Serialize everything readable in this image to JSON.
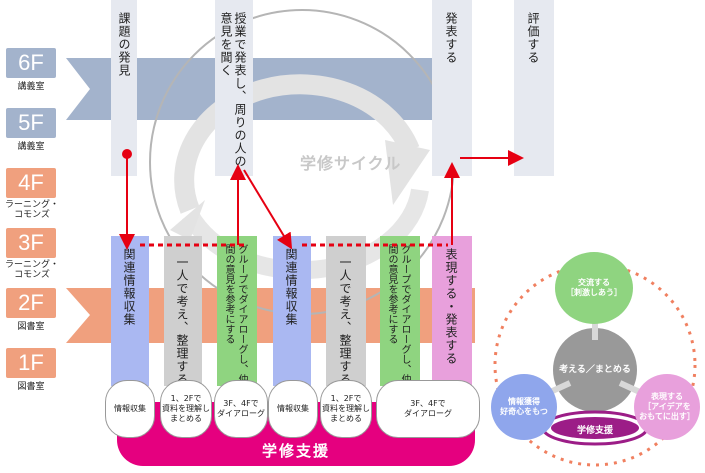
{
  "floors": [
    {
      "label": "6F",
      "room": "講義室",
      "color": "#a3b3cc"
    },
    {
      "label": "5F",
      "room": "講義室",
      "color": "#a3b3cc"
    },
    {
      "label": "4F",
      "room": "ラーニング・\nコモンズ",
      "color": "#f0a07e"
    },
    {
      "label": "3F",
      "room": "ラーニング・\nコモンズ",
      "color": "#f0a07e"
    },
    {
      "label": "2F",
      "room": "図書室",
      "color": "#f0a07e"
    },
    {
      "label": "1F",
      "room": "図書室",
      "color": "#f0a07e"
    }
  ],
  "top_steps": {
    "discover": "課題の発見",
    "lecture": "授業で発表し、周りの人の意見を聞く",
    "present": "発表する",
    "evaluate": "評価する"
  },
  "cycle_label": "学修サイクル",
  "lower_steps": {
    "collect1": "関連情報収集",
    "think1": "一人で考え、整理する",
    "group1": "グループでダイアローグし、仲間の意見を参考にする",
    "collect2": "関連情報収集",
    "think2": "一人で考え、整理する",
    "group2": "グループでダイアローグし、仲間の意見を参考にする",
    "express": "表現する・発表する"
  },
  "ovals": {
    "info1": "情報収集",
    "floor12a": "1、2Fで\n資料を理解し\nまとめる",
    "floor34a": "3F、4Fで\nダイアローグ",
    "info2": "情報収集",
    "floor12b": "1、2Fで\n資料を理解し\nまとめる",
    "floor34b": "3F、4Fで\nダイアローグ"
  },
  "support_label": "学修支援",
  "circle_diagram": {
    "top": "交流する\n［刺激しあう］",
    "center": "考える／まとめる",
    "left": "情報獲得\n好奇心をもつ",
    "right": "表現する\n［アイデアを\nおもてに出す］",
    "support": "学修支援"
  },
  "colors": {
    "blue_band": "#a3b3cc",
    "orange_band": "#f0a07e",
    "blue_col": "#aab8f2",
    "gray_col": "#cfcfcf",
    "green_col": "#8fd480",
    "pink_col": "#e8a0dc",
    "magenta": "#e5007f",
    "red_arrow": "#e60012"
  }
}
